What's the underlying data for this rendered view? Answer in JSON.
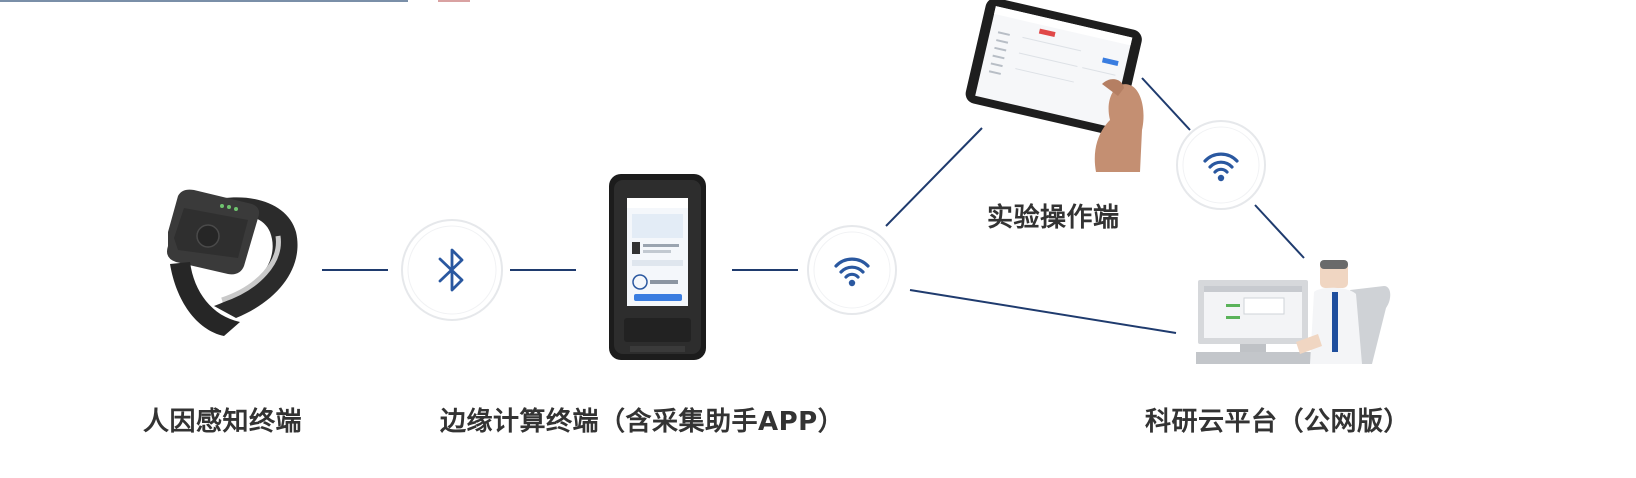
{
  "nodes": {
    "wearable": {
      "label": "人因感知终端"
    },
    "edge": {
      "label": "边缘计算终端（含采集助手APP）"
    },
    "operator": {
      "label": "实验操作端"
    },
    "cloud": {
      "label": "科研云平台（公网版）"
    }
  },
  "connections": {
    "bluetooth": {
      "icon": "bluetooth-icon"
    },
    "wifi_edge": {
      "icon": "wifi-icon"
    },
    "wifi_cloud": {
      "icon": "wifi-icon"
    }
  },
  "colors": {
    "line": "#1f3b6e",
    "icon": "#2a58a0",
    "label": "#333333"
  }
}
